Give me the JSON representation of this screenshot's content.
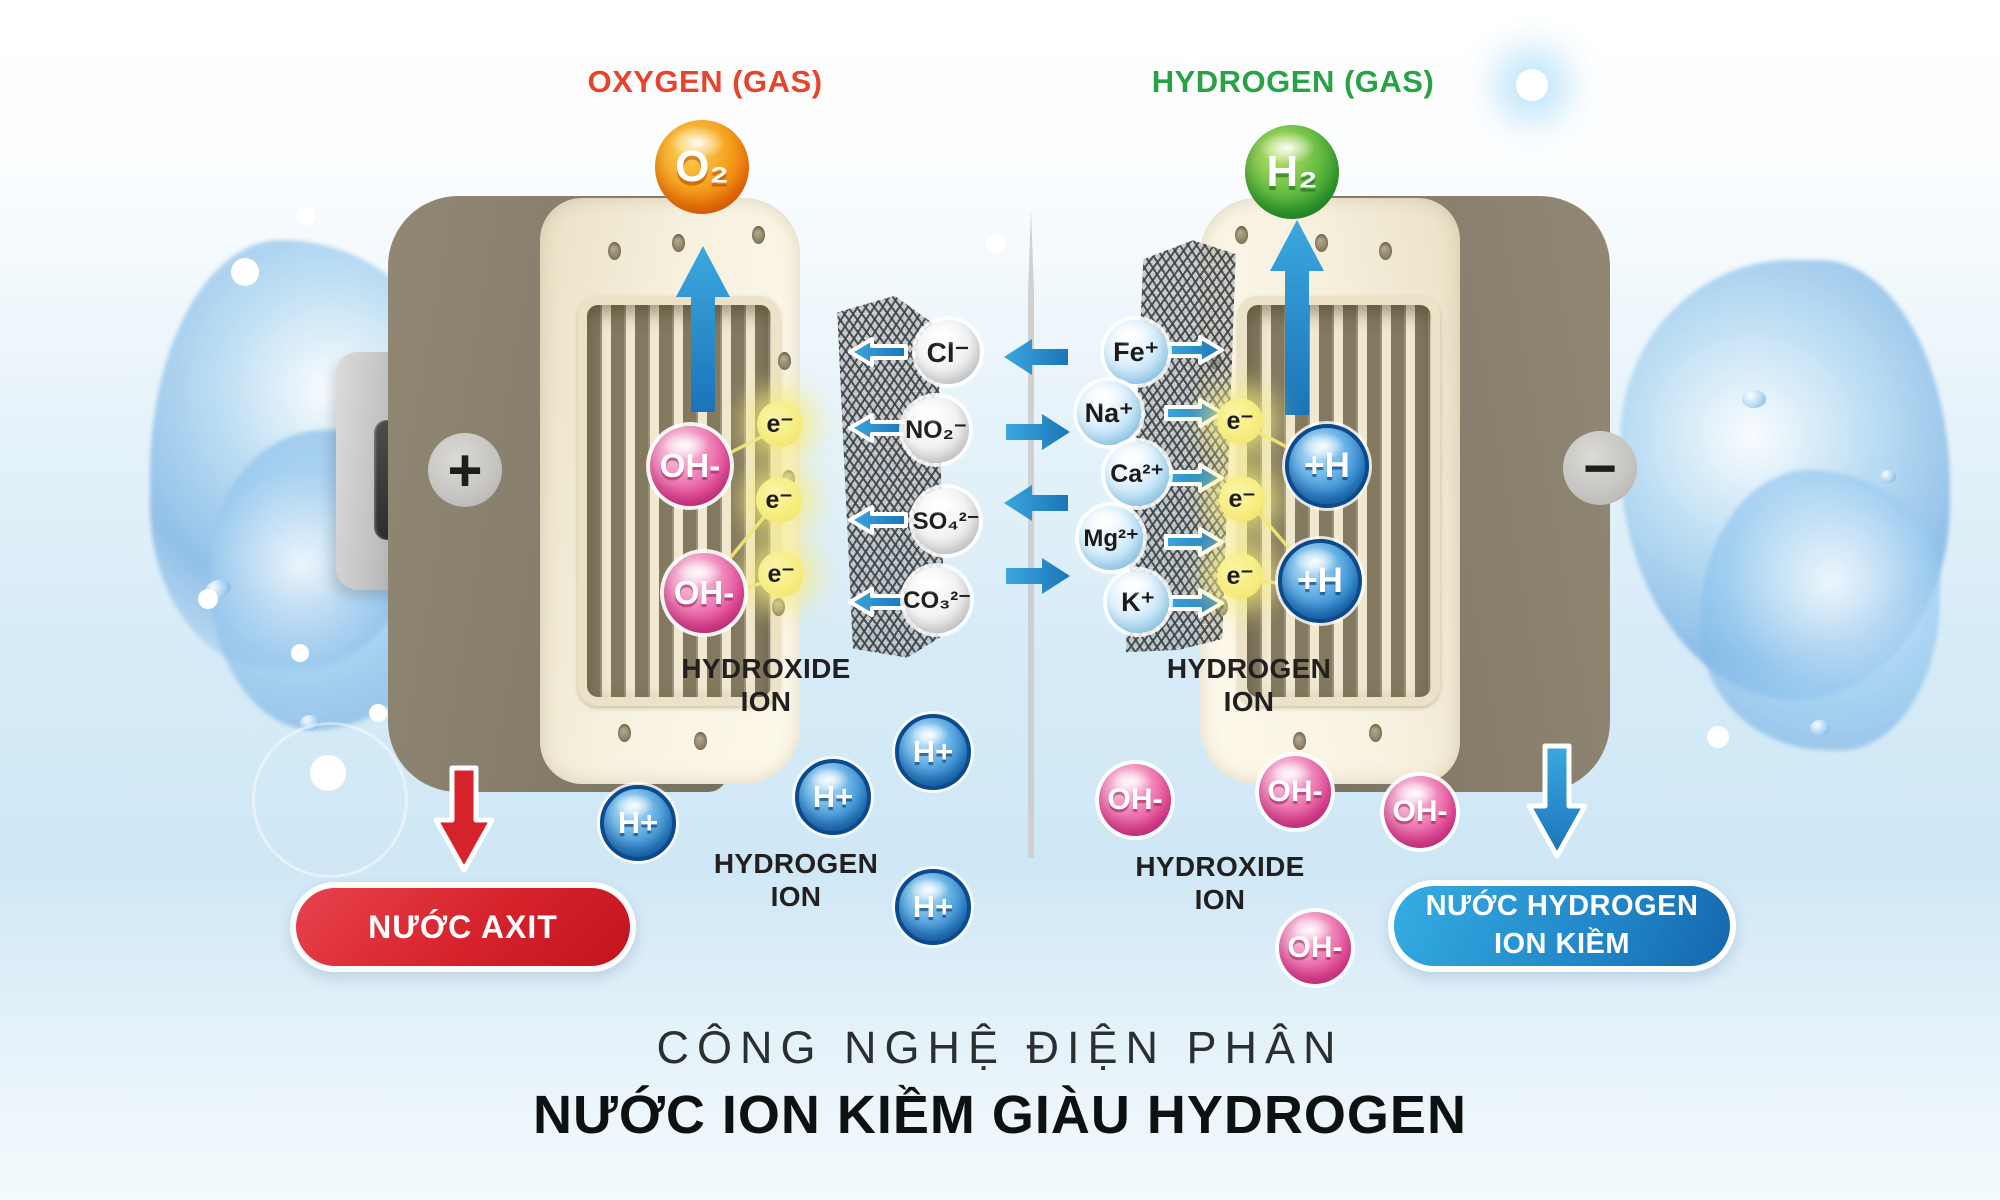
{
  "header": {
    "oxygen_gas_label": "OXYGEN (GAS)",
    "hydrogen_gas_label": "HYDROGEN (GAS)",
    "oxygen_molecule": "O₂",
    "hydrogen_molecule": "H₂"
  },
  "electrodes": {
    "anode_sign": "+",
    "cathode_sign": "−"
  },
  "membrane": {
    "anions": [
      "Cl⁻",
      "NO₂⁻",
      "SO₄²⁻",
      "CO₃²⁻"
    ],
    "cations": [
      "Fe⁺",
      "Na⁺",
      "Ca²⁺",
      "Mg²⁺",
      "K⁺"
    ],
    "electron": "e⁻"
  },
  "ions": {
    "hydroxide": "OH-",
    "hydrogen_attached": "+H",
    "hydrogen": "H+"
  },
  "labels": {
    "hydroxide_ion": {
      "line1": "HYDROXIDE",
      "line2": "ION"
    },
    "hydrogen_ion": {
      "line1": "HYDROGEN",
      "line2": "ION"
    }
  },
  "outputs": {
    "acid_water": "NƯỚC AXIT",
    "alkaline_water_line1": "NƯỚC HYDROGEN",
    "alkaline_water_line2": "ION KIỀM"
  },
  "title": {
    "line1": "CÔNG NGHỆ ĐIỆN PHÂN",
    "line2": "NƯỚC ION KIỀM GIÀU HYDROGEN"
  },
  "colors": {
    "oxygen_accent": "#E8432B",
    "hydrogen_accent": "#27A346",
    "arrow_blue_light": "#3BA8DE",
    "arrow_blue_dark": "#1B74B9",
    "acid_red": "#D6222B",
    "alkaline_blue": "#1F83C6",
    "electron_yellow": "#F6EC7D",
    "hydroxide_pink": "#E8549D",
    "hydrogen_ion_blue": "#2E86CC"
  }
}
